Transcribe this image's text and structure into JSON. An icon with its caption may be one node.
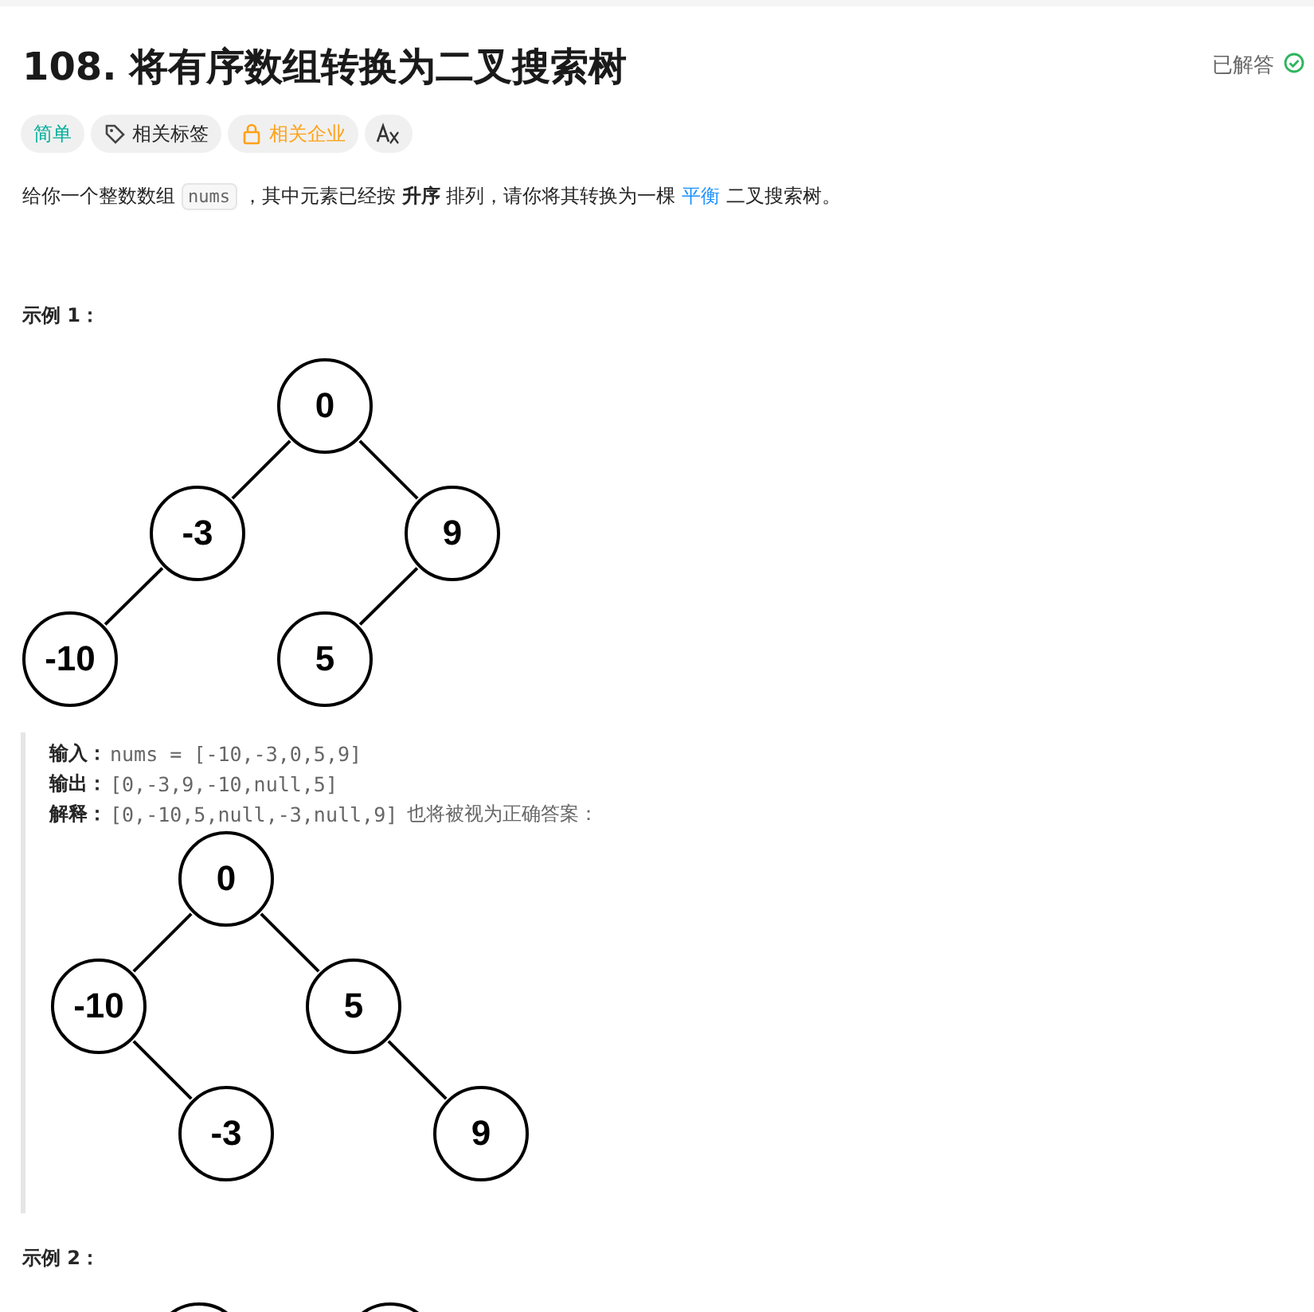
{
  "diagram": {
    "title": "108. 将有序数组转换为二叉搜索树",
    "nodes": [
      {
        "text": [
          "0"
        ]
      },
      {
        "text": [
          "-3"
        ]
      },
      {
        "text": [
          "9"
        ]
      },
      {
        "text": [
          "-10"
        ]
      },
      {
        "text": [
          "5"
        ]
      },
      {
        "text": [
          "0"
        ]
      },
      {
        "text": [
          "-10"
        ]
      },
      {
        "text": [
          "5"
        ]
      },
      {
        "text": [
          "-3"
        ]
      },
      {
        "text": [
          "9"
        ]
      },
      {
        "text": [],
        "shape": "circle"
      },
      {
        "text": [],
        "shape": "circle"
      }
    ],
    "edges": [
      {
        "from": 0,
        "to": 1,
        "arrow": "none"
      },
      {
        "from": 0,
        "to": 2,
        "arrow": "none"
      },
      {
        "from": 1,
        "to": 3,
        "arrow": "none"
      },
      {
        "from": 2,
        "to": 4,
        "arrow": "none"
      },
      {
        "from": 5,
        "to": 6,
        "arrow": "none"
      },
      {
        "from": 5,
        "to": 7,
        "arrow": "none"
      },
      {
        "from": 6,
        "to": 8,
        "arrow": "none"
      },
      {
        "from": 7,
        "to": 9,
        "arrow": "none"
      }
    ],
    "labels": [
      "已解答",
      "简单",
      "相关标签",
      "相关企业",
      "给你一个整数数组",
      "nums",
      "，其中元素已经按 **升序** 排列，请你将其转换为一棵",
      "平衡",
      "二叉搜索树。",
      "示例 1：",
      "输入：",
      "nums = [-10,-3,0,5,9]",
      "输出：",
      "[0,-3,9,-10,null,5]",
      "解释：",
      "[0,-10,5,null,-3,null,9]",
      "也将被视为正确答案：",
      "示例 2："
    ]
  }
}
